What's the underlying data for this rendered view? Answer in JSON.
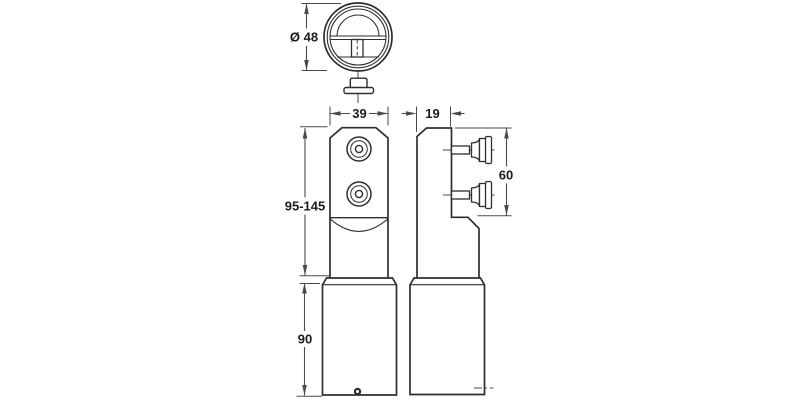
{
  "drawing": {
    "background": "#ffffff",
    "line_color": "#2e2e2e",
    "dimension_color": "#4a4a4a",
    "text_color": "#1b1b1b",
    "labels": {
      "top_diameter": "Ø 48",
      "front_width": "39",
      "side_depth": "19",
      "stud_spacing": "60",
      "adjustable_height": "95-145",
      "base_height": "90"
    }
  }
}
